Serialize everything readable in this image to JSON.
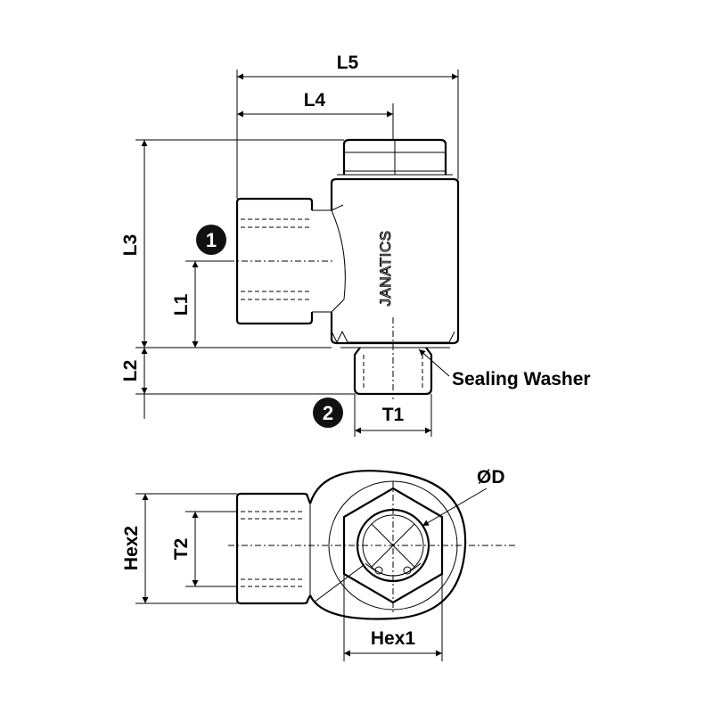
{
  "labels": {
    "L5": "L5",
    "L4": "L4",
    "L3": "L3",
    "L1": "L1",
    "L2": "L2",
    "T1": "T1",
    "T2": "T2",
    "Hex1": "Hex1",
    "Hex2": "Hex2",
    "OD": "ØD"
  },
  "callout": "Sealing Washer",
  "brand": "JANATICS",
  "ports": [
    "1",
    "2"
  ]
}
